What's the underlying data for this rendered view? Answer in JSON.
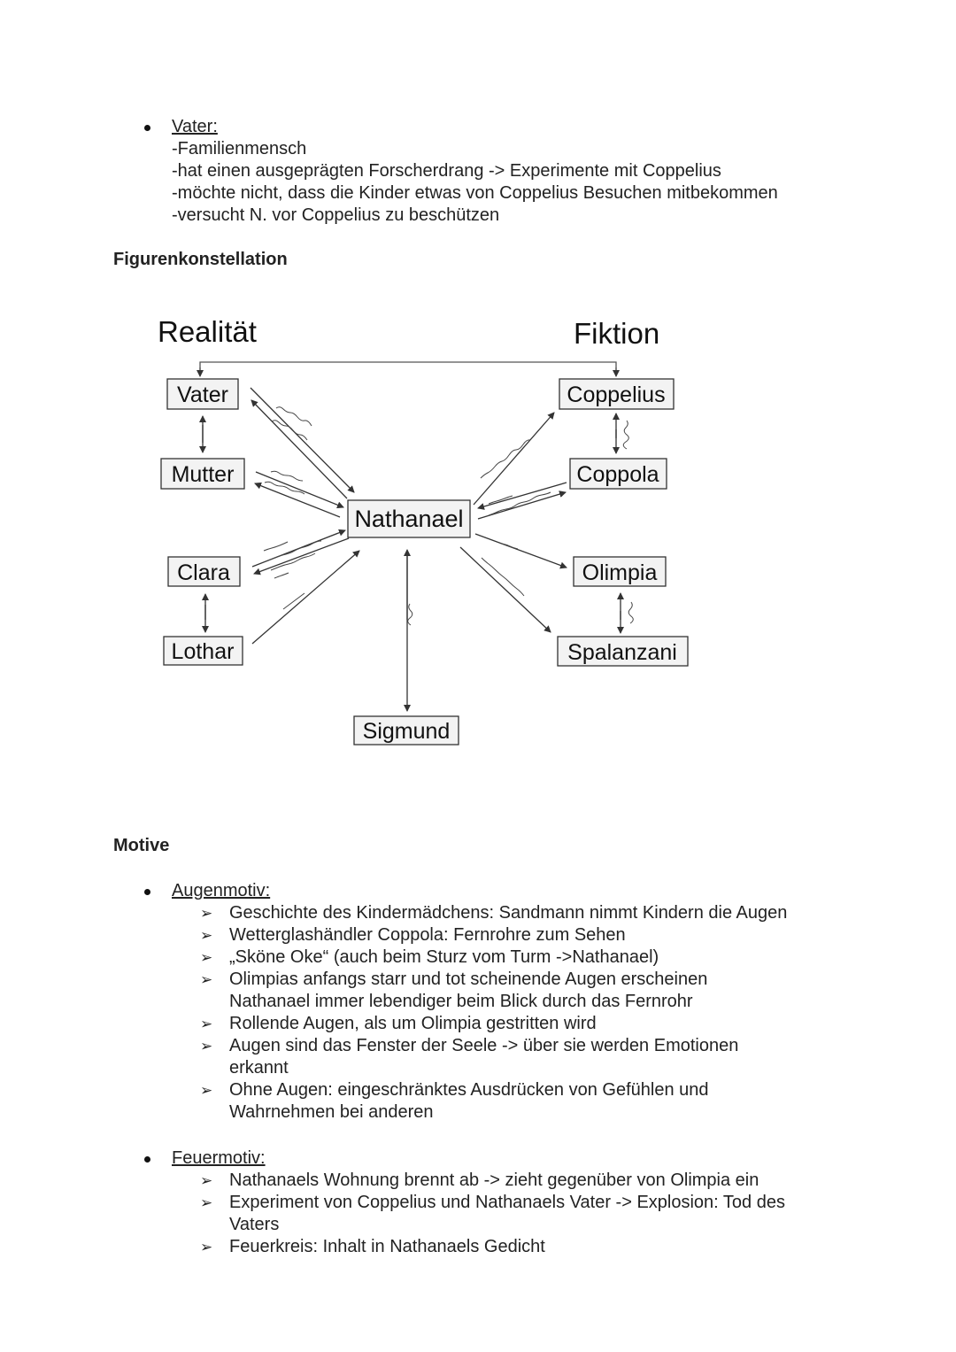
{
  "vater_section": {
    "title": "Vater:",
    "lines": [
      "-Familienmensch",
      "-hat einen ausgeprägten Forscherdrang -> Experimente mit Coppelius",
      "-möchte nicht, dass die Kinder etwas von Coppelius Besuchen mitbekommen",
      "-versucht N. vor Coppelius zu beschützen"
    ]
  },
  "figurenkonstellation": {
    "heading": "Figurenkonstellation",
    "diagram": {
      "realitaet": "Realität",
      "fiktion": "Fiktion",
      "nodes": {
        "vater": "Vater",
        "mutter": "Mutter",
        "clara": "Clara",
        "lothar": "Lothar",
        "nathanael": "Nathanael",
        "coppelius": "Coppelius",
        "coppola": "Coppola",
        "olimpia": "Olimpia",
        "spalanzani": "Spalanzani",
        "sigmund": "Sigmund"
      }
    }
  },
  "motive": {
    "heading": "Motive",
    "augenmotiv": {
      "title": "Augenmotiv:",
      "items": [
        [
          "Geschichte des Kindermädchens: Sandmann nimmt Kindern die Augen"
        ],
        [
          "Wetterglashändler Coppola: Fernrohre zum Sehen"
        ],
        [
          "„Sköne Oke“ (auch beim Sturz vom Turm ->Nathanael)"
        ],
        [
          "Olimpias anfangs starr und tot scheinende Augen erscheinen",
          "Nathanael immer lebendiger beim Blick durch das Fernrohr"
        ],
        [
          "Rollende Augen, als um Olimpia gestritten wird"
        ],
        [
          "Augen sind das Fenster der Seele -> über sie werden Emotionen",
          "erkannt"
        ],
        [
          "Ohne Augen: eingeschränktes Ausdrücken von Gefühlen und",
          "Wahrnehmen bei anderen"
        ]
      ]
    },
    "feuermotiv": {
      "title": "Feuermotiv:",
      "items": [
        [
          "Nathanaels Wohnung brennt ab -> zieht gegenüber von Olimpia ein"
        ],
        [
          "Experiment von Coppelius und Nathanaels Vater -> Explosion: Tod des",
          "Vaters"
        ],
        [
          "Feuerkreis: Inhalt in Nathanaels Gedicht"
        ]
      ]
    },
    "arrow_icon": "arrowhead-bullet-icon"
  }
}
